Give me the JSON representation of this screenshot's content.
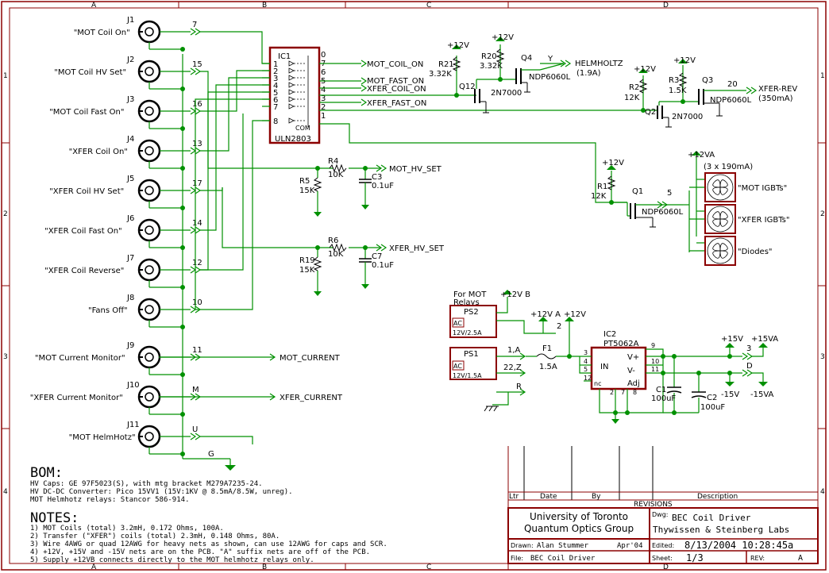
{
  "frame": {
    "cols": [
      "A",
      "B",
      "C",
      "D"
    ],
    "rows": [
      "1",
      "2",
      "3",
      "4"
    ]
  },
  "connectors": [
    {
      "ref": "J1",
      "label": "\"MOT Coil On\"",
      "pin": "7"
    },
    {
      "ref": "J2",
      "label": "\"MOT Coil HV Set\"",
      "pin": "15"
    },
    {
      "ref": "J3",
      "label": "\"MOT Coil Fast On\"",
      "pin": "16"
    },
    {
      "ref": "J4",
      "label": "\"XFER Coil On\"",
      "pin": "13"
    },
    {
      "ref": "J5",
      "label": "\"XFER Coil HV Set\"",
      "pin": "17"
    },
    {
      "ref": "J6",
      "label": "\"XFER Coil Fast On\"",
      "pin": "14"
    },
    {
      "ref": "J7",
      "label": "\"XFER Coil Reverse\"",
      "pin": "12"
    },
    {
      "ref": "J8",
      "label": "\"Fans Off\"",
      "pin": "10"
    },
    {
      "ref": "J9",
      "label": "\"MOT Current Monitor\"",
      "pin": "11"
    },
    {
      "ref": "J10",
      "label": "\"XFER Current Monitor\"",
      "pin": "M"
    },
    {
      "ref": "J11",
      "label": "\"MOT HelmHotz\"",
      "pin": "U"
    }
  ],
  "gnd_pin": "G",
  "ic1": {
    "ref": "IC1",
    "part": "ULN2803",
    "com": "COM",
    "pins_left": [
      "1",
      "2",
      "3",
      "4",
      "5",
      "6",
      "7",
      "8"
    ],
    "pins_right": [
      "0",
      "7",
      "6",
      "5",
      "4",
      "3",
      "2",
      "1"
    ]
  },
  "ic1_nets": [
    "MOT_COIL_ON",
    "MOT_FAST_ON",
    "XFER_COIL_ON",
    "XFER_FAST_ON"
  ],
  "hv": [
    {
      "r_top": "R4",
      "r_top_val": "10K",
      "r_bot": "R5",
      "r_bot_val": "15K",
      "cap": "C3",
      "cap_val": "0.1uF",
      "net": "MOT_HV_SET"
    },
    {
      "r_top": "R6",
      "r_top_val": "10K",
      "r_bot": "R19",
      "r_bot_val": "15K",
      "cap": "C7",
      "cap_val": "0.1uF",
      "net": "XFER_HV_SET"
    }
  ],
  "monitor_nets": [
    "MOT_CURRENT",
    "XFER_CURRENT"
  ],
  "q_top": {
    "v12": "+12V",
    "r21": "R21",
    "r21_val": "3.32K",
    "r20": "R20",
    "r20_val": "3.32K",
    "q12": "Q12",
    "q12_part": "2N7000",
    "q4": "Q4",
    "q4_part": "NDP6060L",
    "out_pin": "Y",
    "out_net": "HELMHOLTZ",
    "out_i": "(1.9A)"
  },
  "q_right": {
    "v12": "+12V",
    "r2": "R2",
    "r2_val": "12K",
    "r3": "R3",
    "r3_val": "1.5K",
    "q2": "Q2",
    "q2_part": "2N7000",
    "q3": "Q3",
    "q3_part": "NDP6060L",
    "out_pin": "20",
    "out_net": "XFER-REV",
    "out_i": "(350mA)"
  },
  "fans": {
    "v12a": "+12VA",
    "count": "(3 x 190mA)",
    "r1": "R1",
    "r1_val": "12K",
    "v12": "+12V",
    "q1": "Q1",
    "q1_part": "NDP6060L",
    "pin": "5",
    "labels": [
      "\"MOT IGBTs\"",
      "\"XFER IGBTs\"",
      "\"Diodes\""
    ]
  },
  "power": {
    "relay_note_1": "For MOT",
    "relay_note_2": "Relays",
    "ps2": "PS2",
    "ps2_rating": "12V/2.5A",
    "ps1": "PS1",
    "ps1_rating": "12V/1.5A",
    "ac": "AC",
    "v12b": "+12V B",
    "v12a": "+12V A",
    "v12": "+12V",
    "pin2": "2",
    "pin1a": "1,A",
    "pin22": "22,Z",
    "pinR": "R",
    "f1": "F1",
    "f1_val": "1.5A",
    "ic2": "IC2",
    "ic2_part": "PT5062A",
    "ic2_pins": {
      "in": "IN",
      "nc": "nc",
      "vp": "V+",
      "vm": "V-",
      "adj": "Adj"
    },
    "ic2_pnums": [
      "3",
      "4",
      "5",
      "12",
      "2",
      "7",
      "8",
      "9",
      "10",
      "11"
    ],
    "c1": "C1",
    "c1_val": "100uF",
    "c2": "C2",
    "c2_val": "100uF",
    "p15": "+15V",
    "p15a": "+15VA",
    "m15": "-15V",
    "m15a": "-15VA",
    "pin3": "3",
    "pinD": "D"
  },
  "bom": {
    "title": "BOM:",
    "lines": [
      "HV Caps: GE 97F5023(S), with mtg bracket M279A7235-24.",
      "HV DC-DC Converter:  Pico 15VV1 (15V:1KV @ 8.5mA/8.5W, unreg).",
      "MOT Helmhotz relays: Stancor 586-914."
    ]
  },
  "notes": {
    "title": "NOTES:",
    "lines": [
      "1) MOT Coils (total) 3.2mH, 0.172 Ohms, 100A.",
      "2) Transfer (\"XFER\") coils (total) 2.3mH, 0.148 Ohms, 80A.",
      "3) Wire 4AWG or quad 12AWG for heavy nets as shown, can use 12AWG for caps and SCR.",
      "4) +12V, +15V and -15V nets are on the PCB.  \"A\" suffix nets are off of the PCB.",
      "5) Supply +12VB connects directly to the MOT helmhotz relays only."
    ]
  },
  "revisions": {
    "cols": [
      "Ltr",
      "Date",
      "By",
      "Description"
    ],
    "title": "REVISIONS"
  },
  "titleblock": {
    "org1": "University of Toronto",
    "org2": "Quantum Optics Group",
    "dwg_label": "Dwg:",
    "dwg": "BEC Coil Driver",
    "lab": "Thywissen & Steinberg Labs",
    "drawn_label": "Drawn:",
    "drawn": "Alan Stummer",
    "drawn_date": "Apr'04",
    "edited_label": "Edited:",
    "edited": "8/13/2004 10:28:45a",
    "file_label": "File:",
    "file": "BEC Coil Driver",
    "sheet_label": "Sheet:",
    "sheet": "1/3",
    "rev_label": "REV:",
    "rev": "A"
  }
}
